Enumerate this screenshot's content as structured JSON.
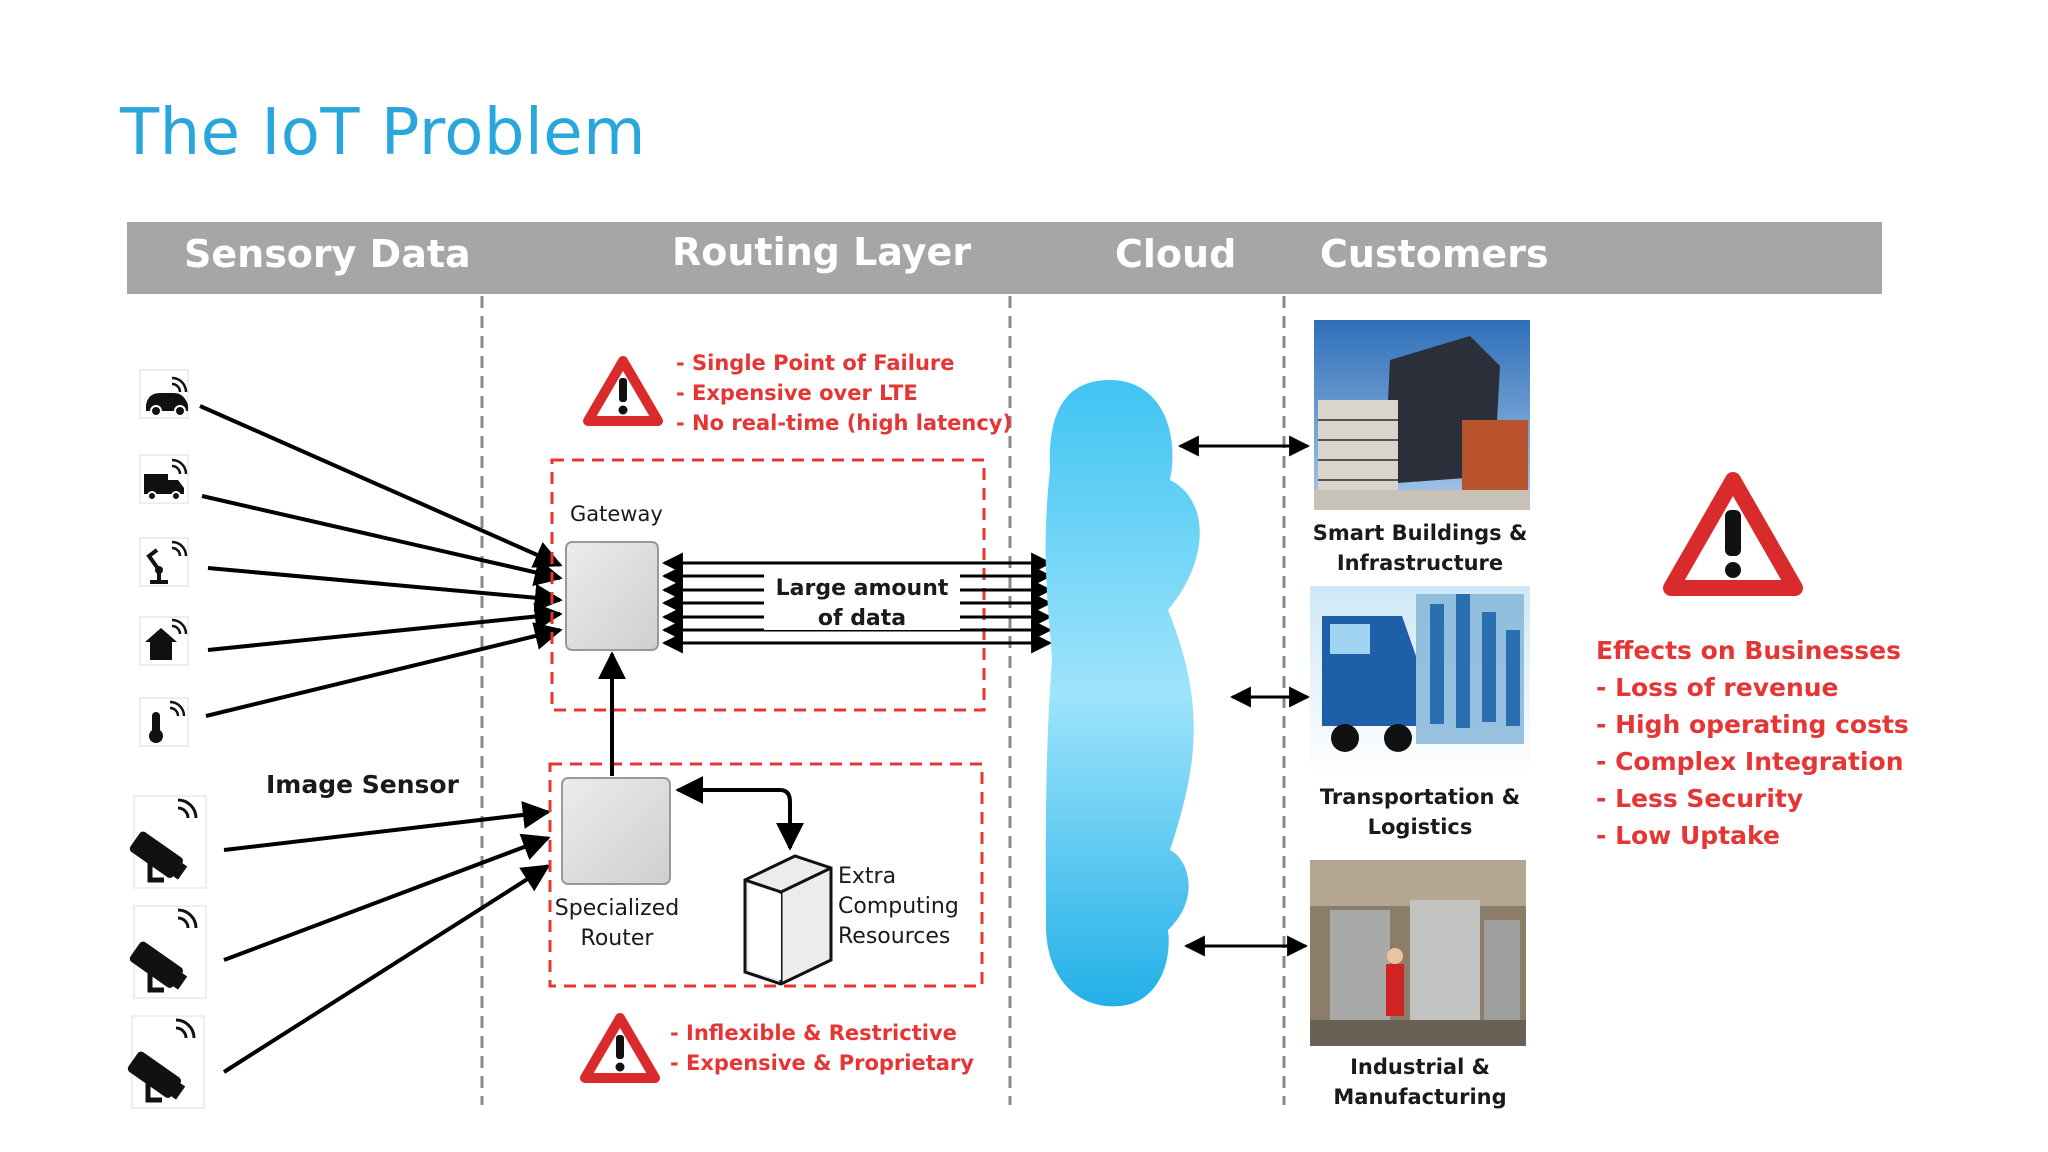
{
  "slide": {
    "title": "The IoT Problem"
  },
  "columns": {
    "sensory": "Sensory Data",
    "routing": "Routing Layer",
    "cloud": "Cloud",
    "customers": "Customers"
  },
  "sensors": {
    "icons": [
      "car-sensor-icon",
      "truck-sensor-icon",
      "robot-arm-sensor-icon",
      "home-sensor-icon",
      "thermometer-sensor-icon"
    ],
    "image_sensor_label": "Image Sensor"
  },
  "routing": {
    "gateway_label": "Gateway",
    "data_label_1": "Large amount",
    "data_label_2": "of data",
    "router_label_1": "Specialized",
    "router_label_2": "Router",
    "compute_label_1": "Extra",
    "compute_label_2": "Computing",
    "compute_label_3": "Resources",
    "gateway_issues": [
      "- Single Point of Failure",
      "- Expensive over LTE",
      "- No real-time (high latency)"
    ],
    "router_issues": [
      "- Inflexible & Restrictive",
      "- Expensive & Proprietary"
    ]
  },
  "customers": [
    {
      "line1": "Smart Buildings &",
      "line2": "Infrastructure"
    },
    {
      "line1": "Transportation &",
      "line2": "Logistics"
    },
    {
      "line1": "Industrial &",
      "line2": "Manufacturing"
    }
  ],
  "effects": {
    "heading": "Effects on Businesses",
    "items": [
      "- Loss of revenue",
      "- High operating costs",
      "- Complex Integration",
      "- Less Security",
      "- Low Uptake"
    ]
  },
  "colors": {
    "title": "#29a6dc",
    "warning": "#e53535",
    "header": "#a6a6a6",
    "cloud": "#29b6ea"
  }
}
